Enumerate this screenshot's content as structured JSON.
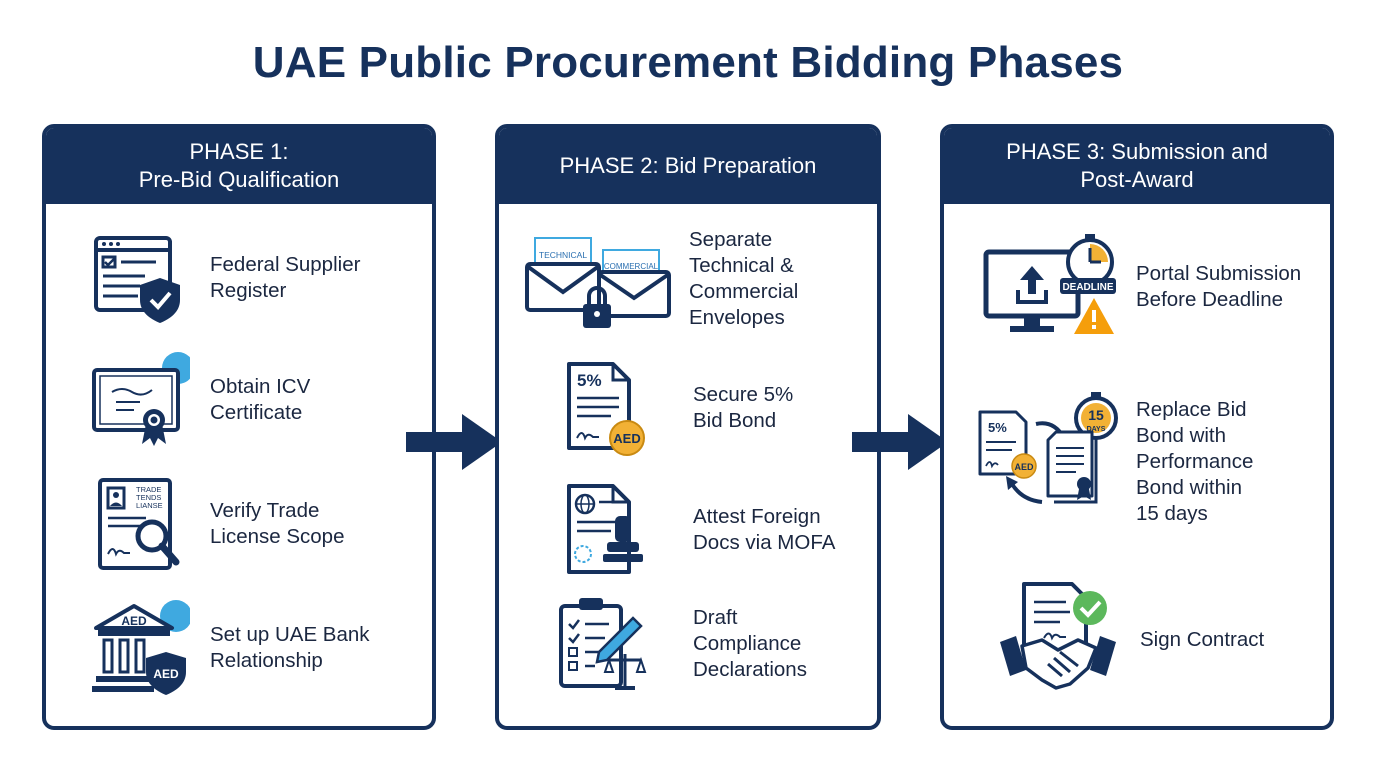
{
  "title": "UAE Public Procurement Bidding Phases",
  "colors": {
    "navy": "#16315c",
    "accent_blue": "#3fa9e0",
    "gold": "#f2b135",
    "warning": "#f59e0b",
    "check_green": "#5cb85c"
  },
  "phases": [
    {
      "header_line1": "PHASE 1:",
      "header_line2": "Pre-Bid Qualification",
      "items": [
        {
          "icon": "supplier-register-shield-icon",
          "label": "Federal Supplier\nRegister"
        },
        {
          "icon": "certificate-icon",
          "label": "Obtain ICV\nCertificate"
        },
        {
          "icon": "trade-license-magnifier-icon",
          "icon_text": "TRADE\nTENDS\nLIANSE",
          "label": "Verify Trade\nLicense Scope"
        },
        {
          "icon": "bank-building-icon",
          "icon_text": "AED",
          "label": "Set up UAE Bank\nRelationship"
        }
      ]
    },
    {
      "header_line1": "PHASE 2: Bid Preparation",
      "header_line2": "",
      "items": [
        {
          "icon": "sealed-envelopes-icon",
          "icon_text_1": "TECHNICAL",
          "icon_text_2": "COMMERCIAL",
          "label": "Separate\nTechnical &\nCommercial\nEnvelopes"
        },
        {
          "icon": "bid-bond-document-icon",
          "icon_text_1": "5%",
          "icon_text_2": "AED",
          "label": "Secure 5%\nBid Bond"
        },
        {
          "icon": "stamped-document-icon",
          "label": "Attest Foreign\nDocs via MOFA"
        },
        {
          "icon": "clipboard-scales-icon",
          "label": "Draft\nCompliance\nDeclarations"
        }
      ]
    },
    {
      "header_line1": "PHASE 3: Submission and",
      "header_line2": "Post-Award",
      "items": [
        {
          "icon": "portal-deadline-icon",
          "icon_text": "DEADLINE",
          "label": "Portal Submission\nBefore Deadline"
        },
        {
          "icon": "bond-exchange-icon",
          "icon_text_1": "5%",
          "icon_text_2": "AED",
          "icon_text_3": "15",
          "icon_text_4": "DAYS",
          "label": "Replace Bid\nBond with\nPerformance\nBond within\n15 days"
        },
        {
          "icon": "handshake-contract-icon",
          "label": "Sign Contract"
        }
      ]
    }
  ]
}
